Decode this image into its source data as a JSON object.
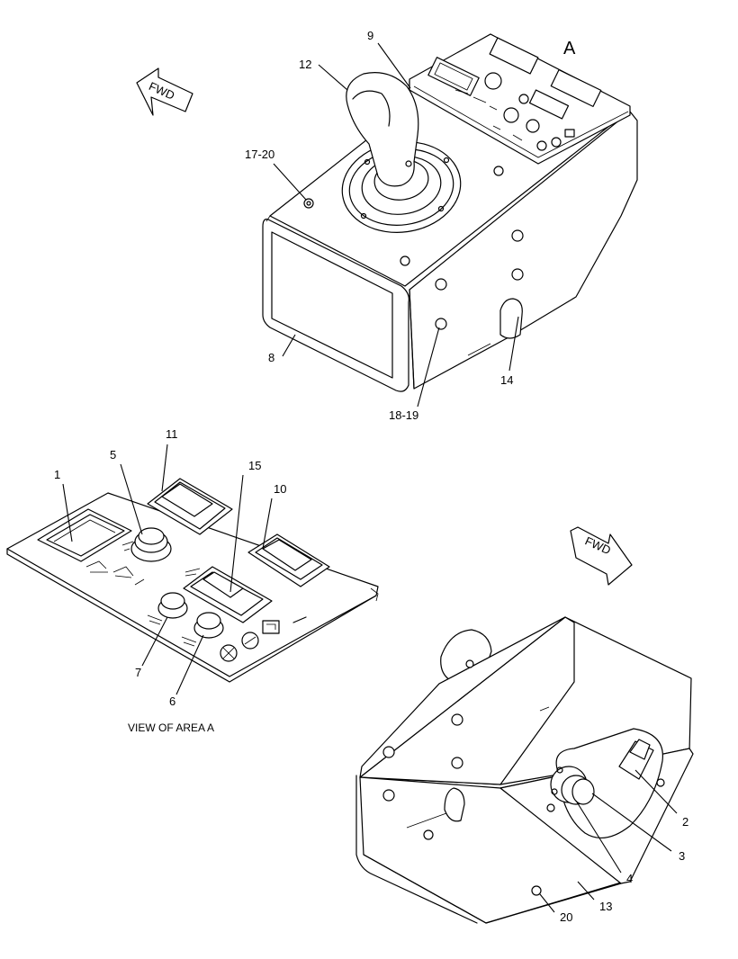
{
  "area_marker": "A",
  "fwd_label": "FWD",
  "view_caption": "VIEW OF AREA A",
  "callouts": {
    "c1": "1",
    "c2": "2",
    "c3": "3",
    "c4": "4",
    "c5": "5",
    "c6": "6",
    "c7": "7",
    "c8": "8",
    "c9": "9",
    "c10": "10",
    "c11": "11",
    "c12": "12",
    "c13": "13",
    "c14": "14",
    "c15": "15",
    "c17_20": "17-20",
    "c18_19": "18-19",
    "c20": "20"
  }
}
